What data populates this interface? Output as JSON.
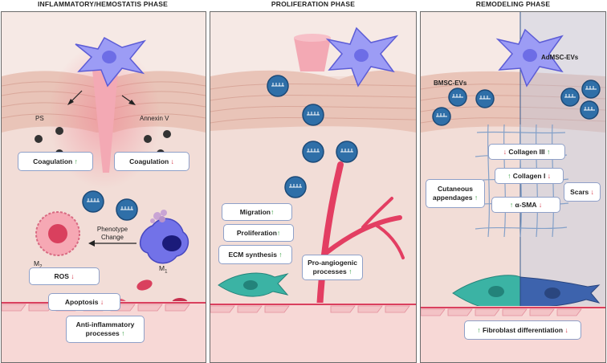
{
  "phases": {
    "inflammatory": {
      "title": "INFLAMMATORY/HEMOSTATIS PHASE",
      "ps_label": "PS",
      "annexin_label": "Annexin V",
      "coagulation_left": {
        "text": "Coagulation",
        "arrow": "↑"
      },
      "coagulation_right": {
        "text": "Coagulation",
        "arrow": "↓"
      },
      "phenotype_label": "Phenotype Change",
      "m2_label": "M",
      "m2_sub": "2",
      "m1_label": "M",
      "m1_sub": "1",
      "ros": {
        "text": "ROS",
        "arrow": "↓"
      },
      "apoptosis": {
        "text": "Apoptosis",
        "arrow": "↓"
      },
      "anti_inflammatory": {
        "text": "Anti-inflammatory processes",
        "arrow": "↑"
      }
    },
    "proliferation": {
      "title": "PROLIFERATION PHASE",
      "migration": {
        "text": "Migration",
        "arrow": "↑"
      },
      "proliferation": {
        "text": "Proliferation",
        "arrow": "↑"
      },
      "ecm": {
        "text": "ECM synthesis",
        "arrow": "↑"
      },
      "angiogenic": {
        "text": "Pro-angiogenic processes",
        "arrow": "↑"
      }
    },
    "remodeling": {
      "title": "REMODELING PHASE",
      "bmsc_label": "BMSC-EVs",
      "admsc_label": "AdMSC-EVs",
      "collagen3": {
        "left_arrow": "↓",
        "text": "Collagen III",
        "right_arrow": "↑"
      },
      "collagen1": {
        "left_arrow": "↑",
        "text": "Collagen I",
        "right_arrow": "↓"
      },
      "sma": {
        "left_arrow": "↑",
        "text": "α-SMA",
        "right_arrow": "↓"
      },
      "cutaneous": {
        "text": "Cutaneous appendages",
        "arrow": "↑"
      },
      "scars": {
        "text": "Scars",
        "arrow": "↓"
      },
      "fibroblast": {
        "left_arrow": "↑",
        "text": "Fibroblast differentiation",
        "right_arrow": "↓"
      }
    }
  },
  "colors": {
    "skin": "#f3e1dc",
    "ev_blue": "#2f6fa8",
    "cell_purple": "#8f8ff0",
    "vessel": "#e33e62",
    "fibroblast_teal": "#3bb3a4",
    "up": "#2e9b3a",
    "down": "#d2283a"
  }
}
